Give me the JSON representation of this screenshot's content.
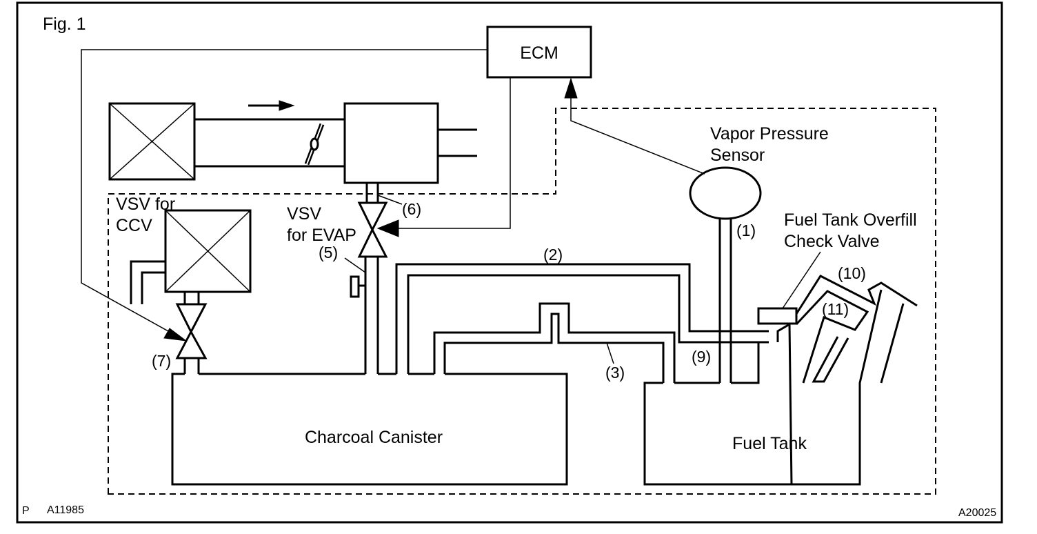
{
  "figure": {
    "title": "Fig. 1",
    "corner_left": "P",
    "code_left": "A11985",
    "code_right": "A20025"
  },
  "components": {
    "ecm": "ECM",
    "vapor_pressure_sensor_line1": "Vapor Pressure",
    "vapor_pressure_sensor_line2": "Sensor",
    "vsv_ccv_line1": "VSV for",
    "vsv_ccv_line2": "CCV",
    "vsv_evap_line1": "VSV",
    "vsv_evap_line2": "for EVAP",
    "overfill_valve_line1": "Fuel Tank Overfill",
    "overfill_valve_line2": "Check Valve",
    "charcoal_canister": "Charcoal Canister",
    "fuel_tank": "Fuel Tank"
  },
  "callouts": [
    "(1)",
    "(2)",
    "(3)",
    "(5)",
    "(6)",
    "(7)",
    "(9)",
    "(10)",
    "(11)"
  ]
}
